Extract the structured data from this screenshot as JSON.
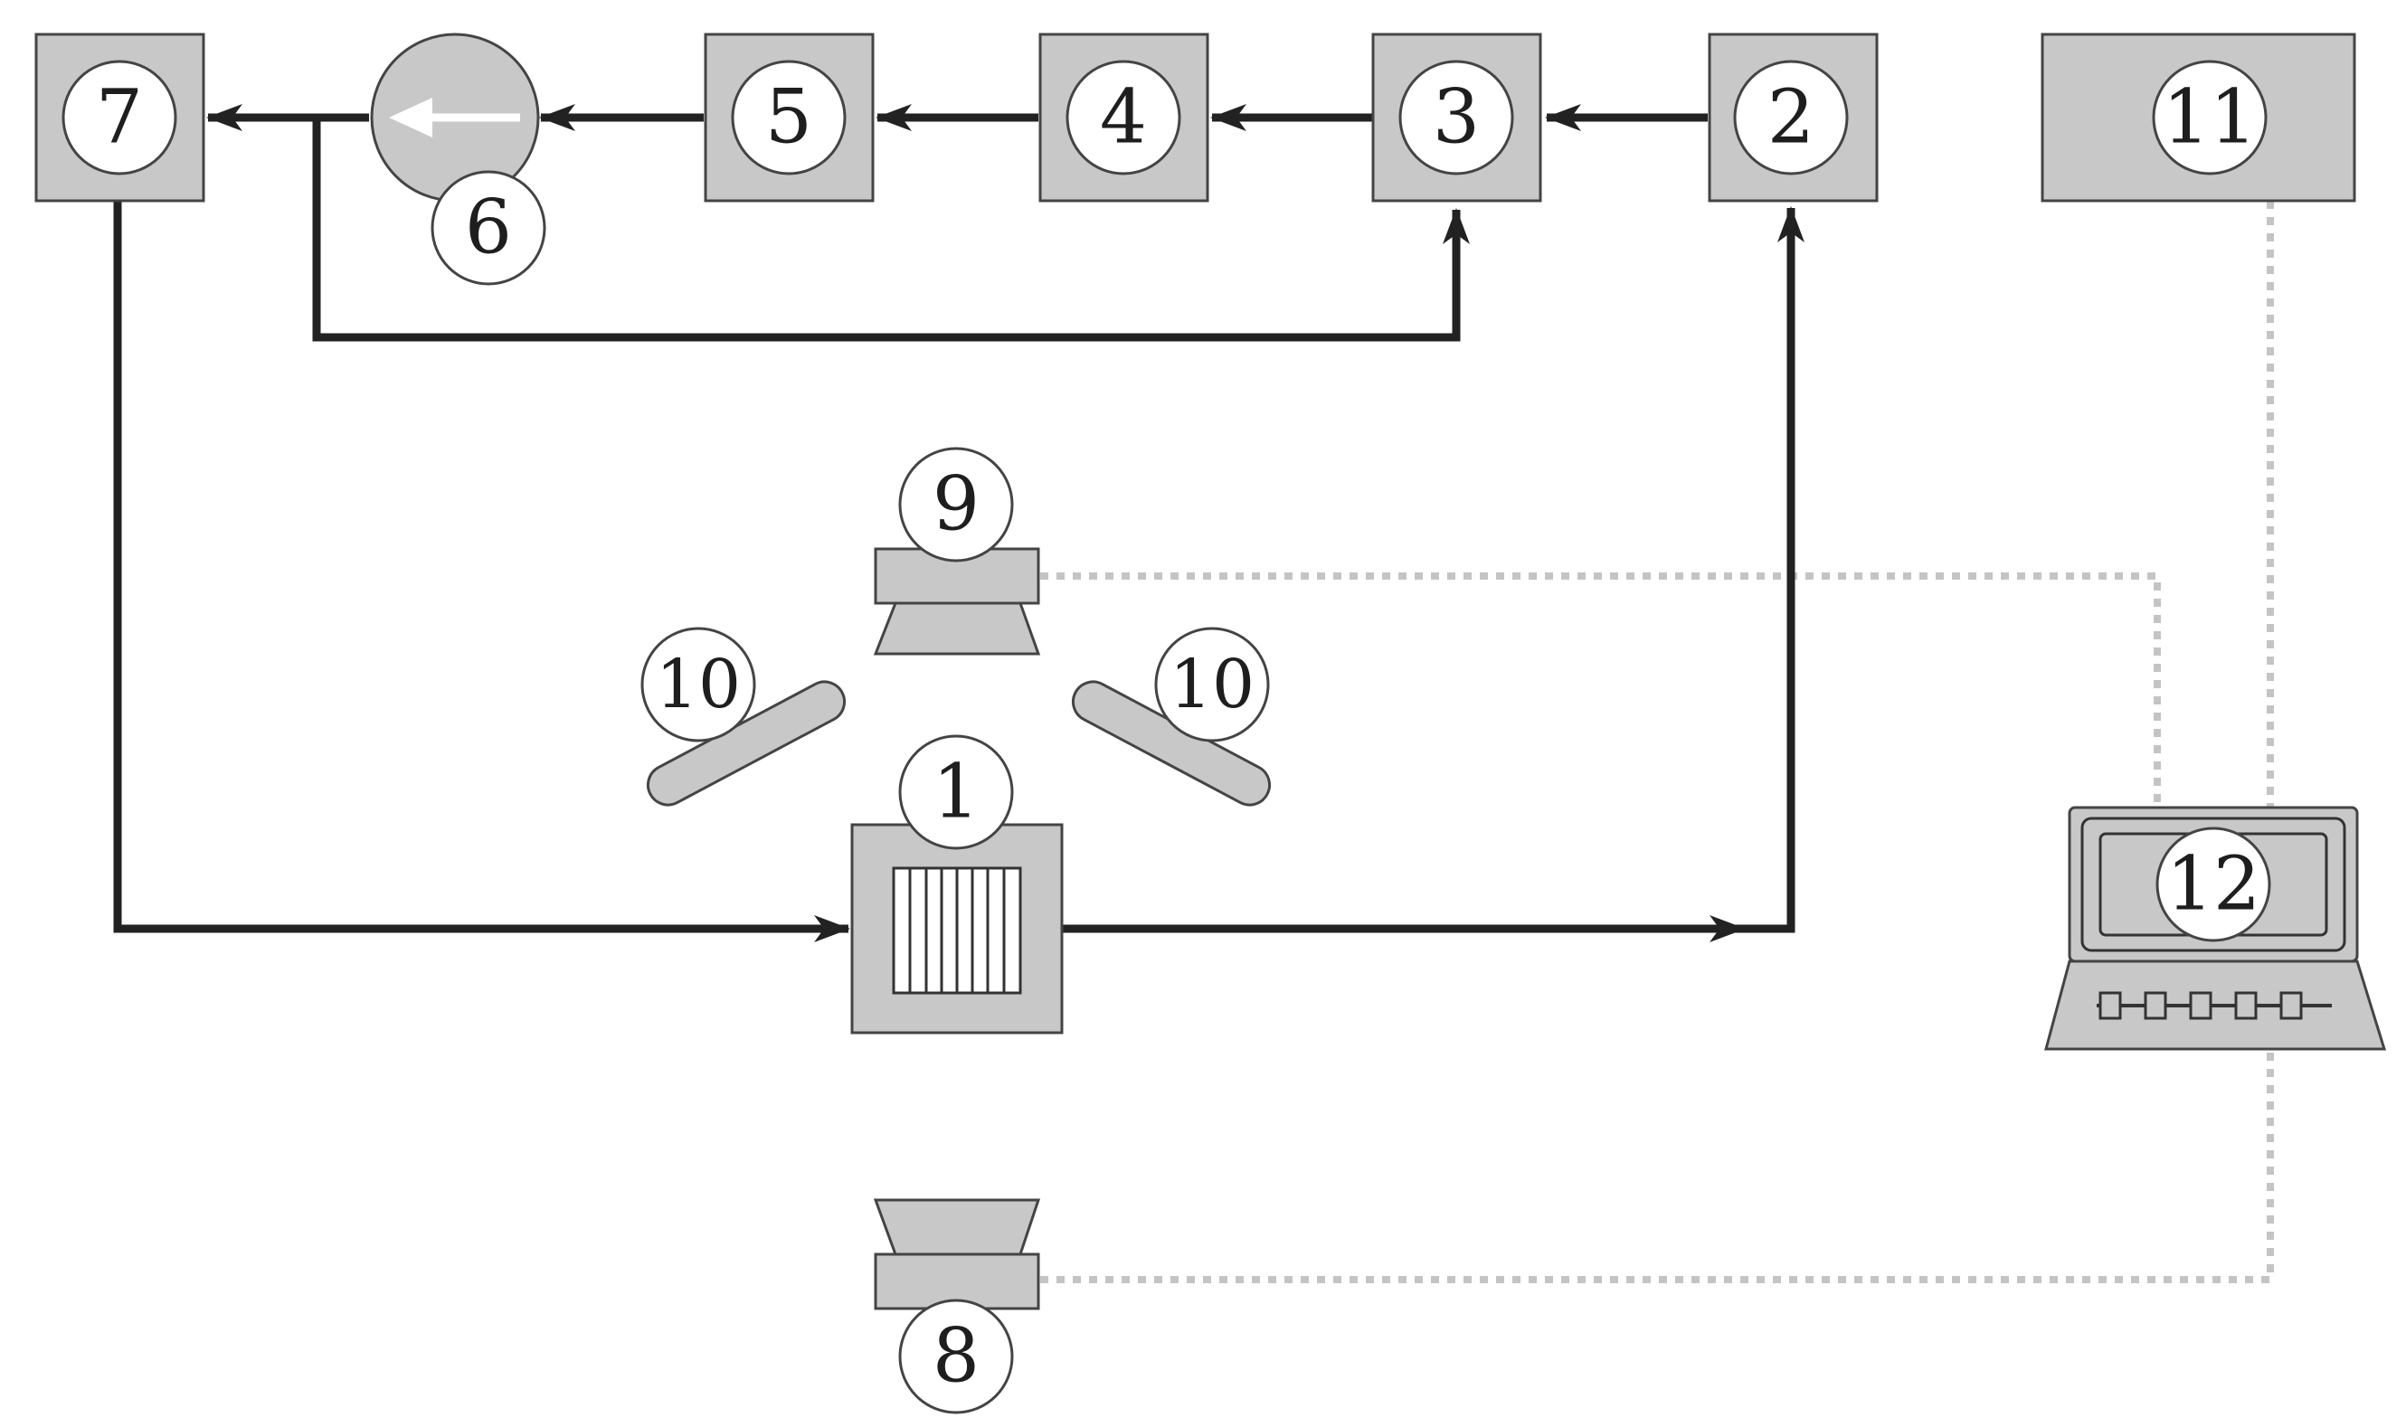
{
  "nodes": {
    "n1": "1",
    "n2": "2",
    "n3": "3",
    "n4": "4",
    "n5": "5",
    "n6": "6",
    "n7": "7",
    "n8": "8",
    "n9": "9",
    "n10a": "10",
    "n10b": "10",
    "n11": "11",
    "n12": "12"
  },
  "colors": {
    "box_fill": "#c8c8c8",
    "flow_line": "#222222",
    "signal_line": "#c4c4c4"
  }
}
